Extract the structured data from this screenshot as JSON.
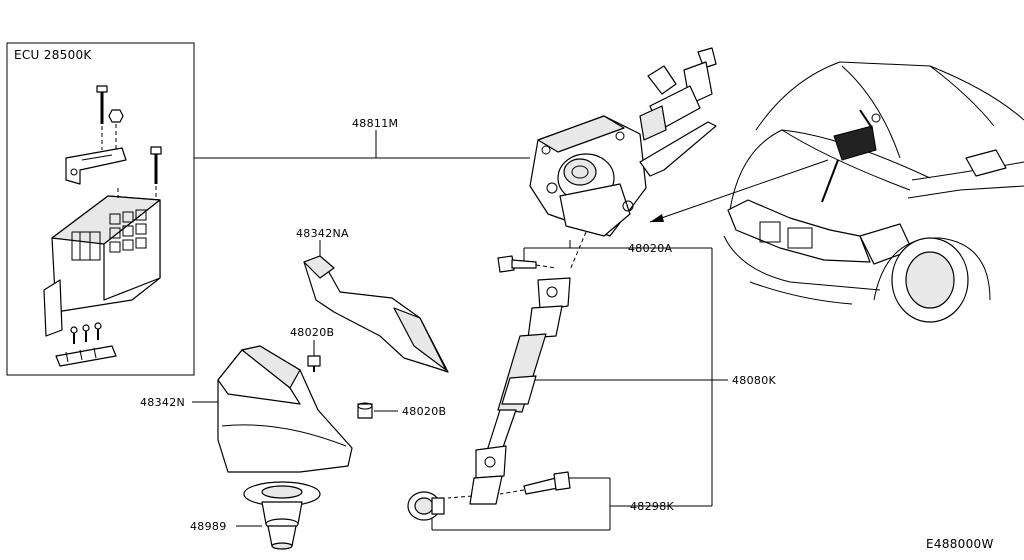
{
  "inset": {
    "title": "ECU 28500K"
  },
  "labels": {
    "column": "48811M",
    "cover_upper": "48342NA",
    "clip_1": "48020B",
    "cover_lower": "48342N",
    "clip_2": "48020B",
    "boot": "48989",
    "bolt_upper": "48020A",
    "shaft": "48080K",
    "bolt_lower": "48298K"
  },
  "footer": {
    "code": "E488000W"
  }
}
